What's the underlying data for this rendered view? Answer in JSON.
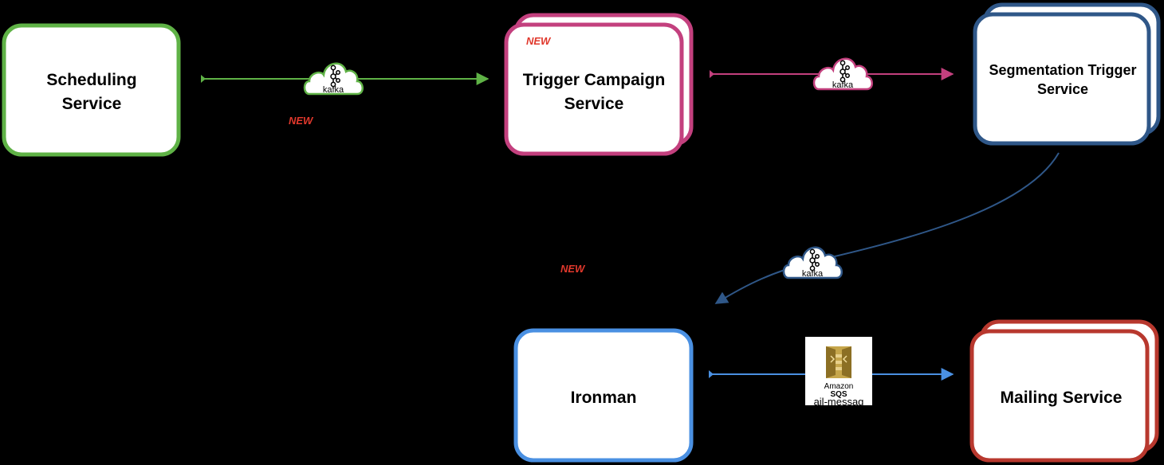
{
  "colors": {
    "green": "#5fb246",
    "magenta": "#c3407e",
    "navy": "#2f5788",
    "lightblue": "#4a90e2",
    "red": "#b8382e",
    "new_tag": "#e0382c"
  },
  "nodes": {
    "scheduling": {
      "line1": "Scheduling",
      "line2": "Service"
    },
    "trigger_campaign": {
      "line1": "Trigger Campaign",
      "line2": "Service"
    },
    "segmentation": {
      "line1": "Segmentation Trigger",
      "line2": "Service"
    },
    "ironman": {
      "line1": "Ironman"
    },
    "mailing": {
      "line1": "Mailing Service"
    }
  },
  "tags": {
    "new_trigger": "NEW",
    "new_scheduling": "NEW",
    "new_middle": "NEW"
  },
  "brokers": {
    "kafka_label": "kafka",
    "sqs_vendor": "Amazon",
    "sqs_name": "SQS",
    "sqs_queue": "ail-messag"
  },
  "icons": {
    "kafka": "kafka-cloud-icon",
    "sqs": "amazon-sqs-icon"
  }
}
